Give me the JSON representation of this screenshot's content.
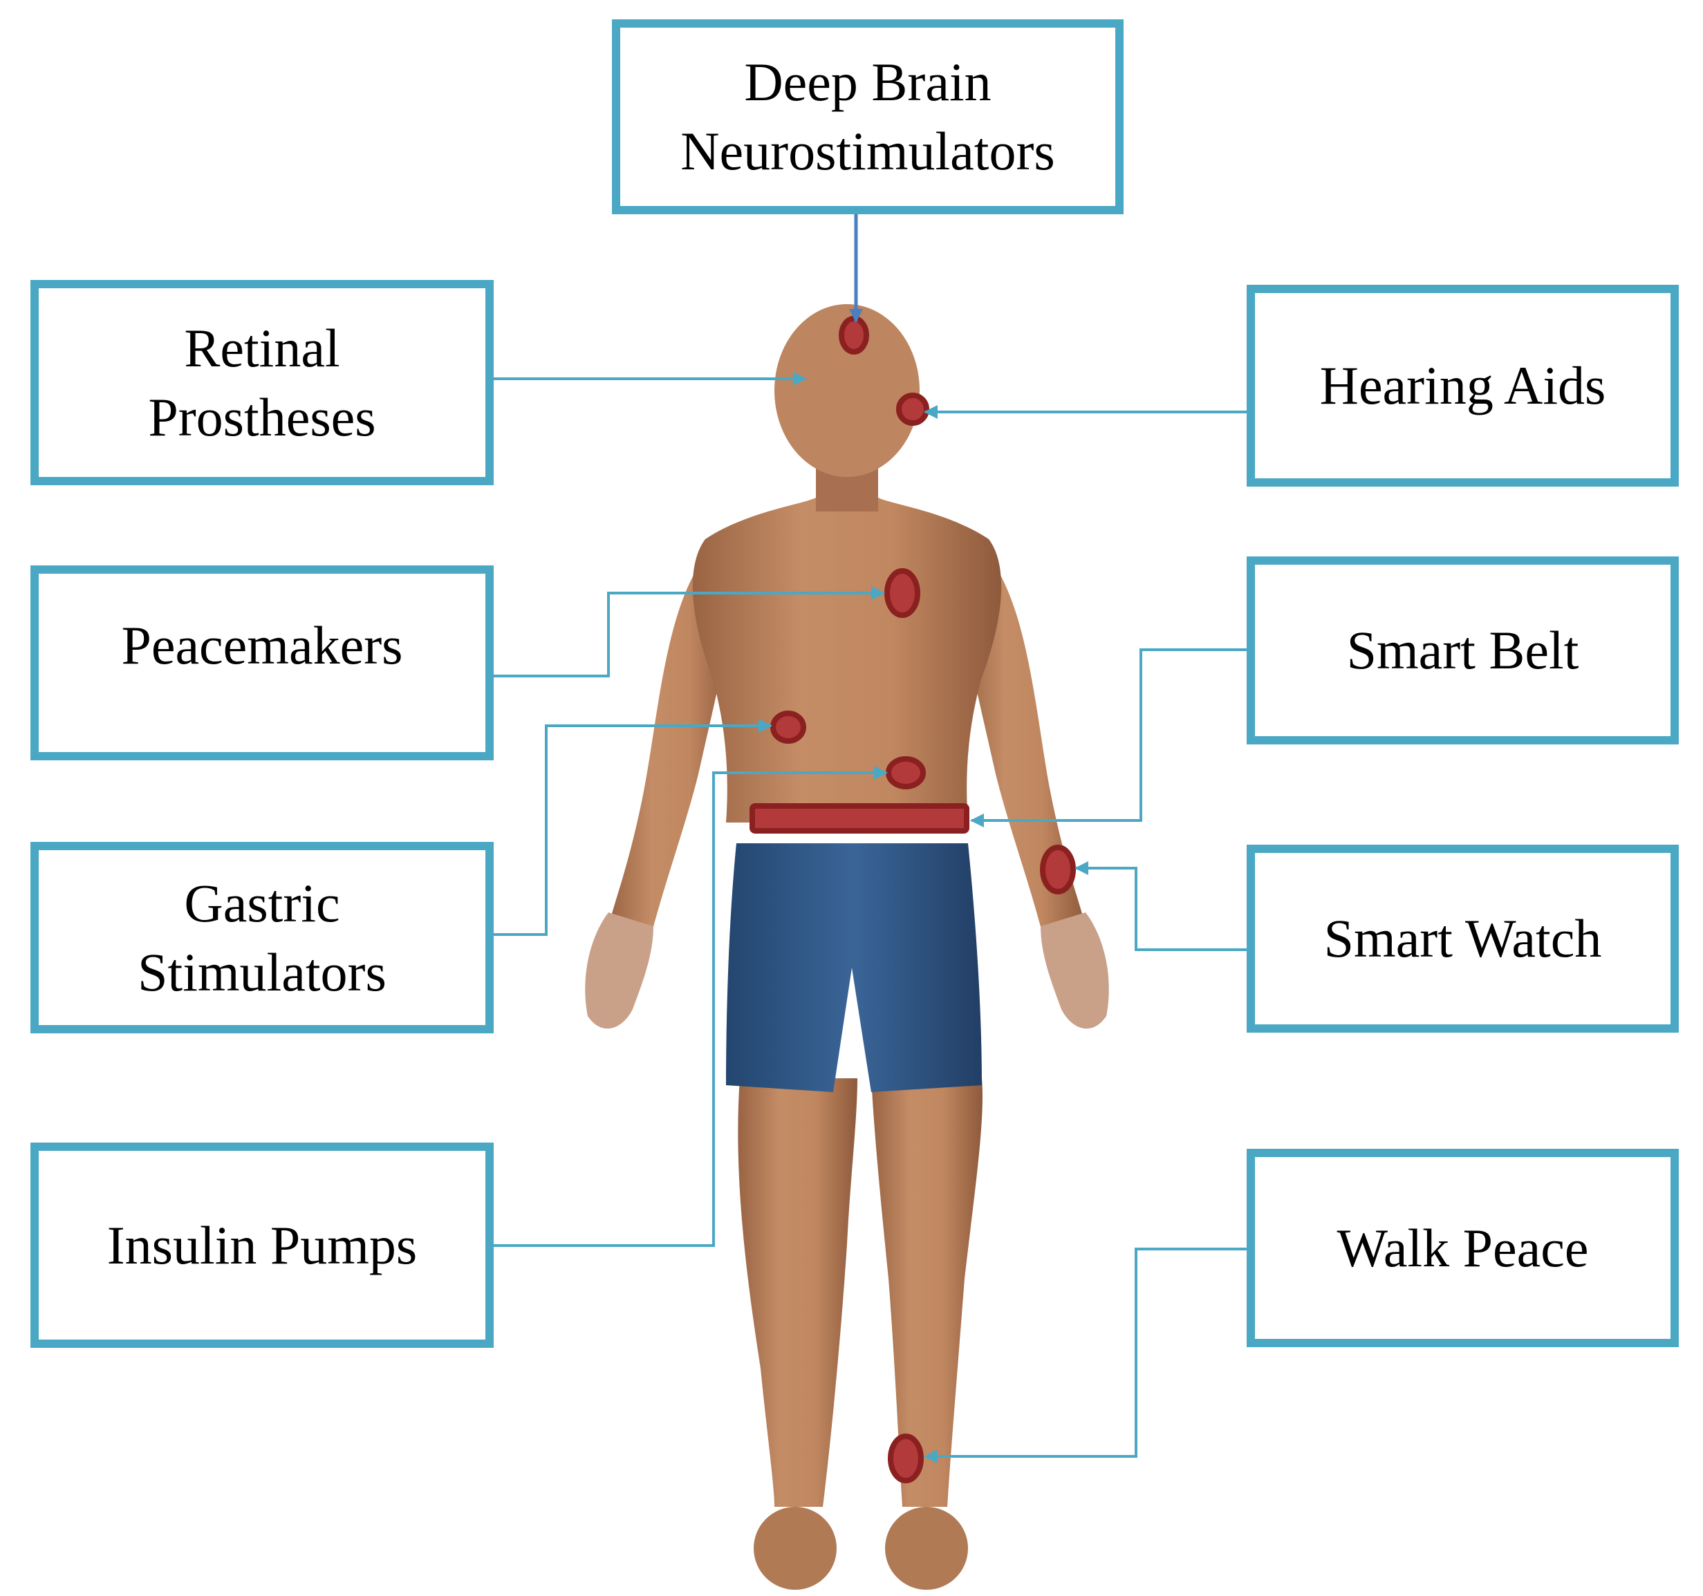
{
  "colors": {
    "box_border": "#4aa8c4",
    "connector": "#4aa8c4",
    "top_arrow": "#4a7fc0",
    "marker_fill": "#b33a3a",
    "marker_stroke": "#8b2020",
    "skin": "#b8805a",
    "shorts": "#2e5583"
  },
  "labels": {
    "deep_brain": [
      "Deep Brain",
      "Neurostimulators"
    ],
    "retinal": [
      "Retinal",
      "Prostheses"
    ],
    "hearing": [
      "Hearing Aids"
    ],
    "peacemakers": [
      "Peacemakers"
    ],
    "smart_belt": [
      "Smart Belt"
    ],
    "gastric": [
      "Gastric",
      "Stimulators"
    ],
    "smart_watch": [
      "Smart Watch"
    ],
    "insulin": [
      "Insulin Pumps"
    ],
    "walk_peace": [
      "Walk Peace"
    ]
  }
}
